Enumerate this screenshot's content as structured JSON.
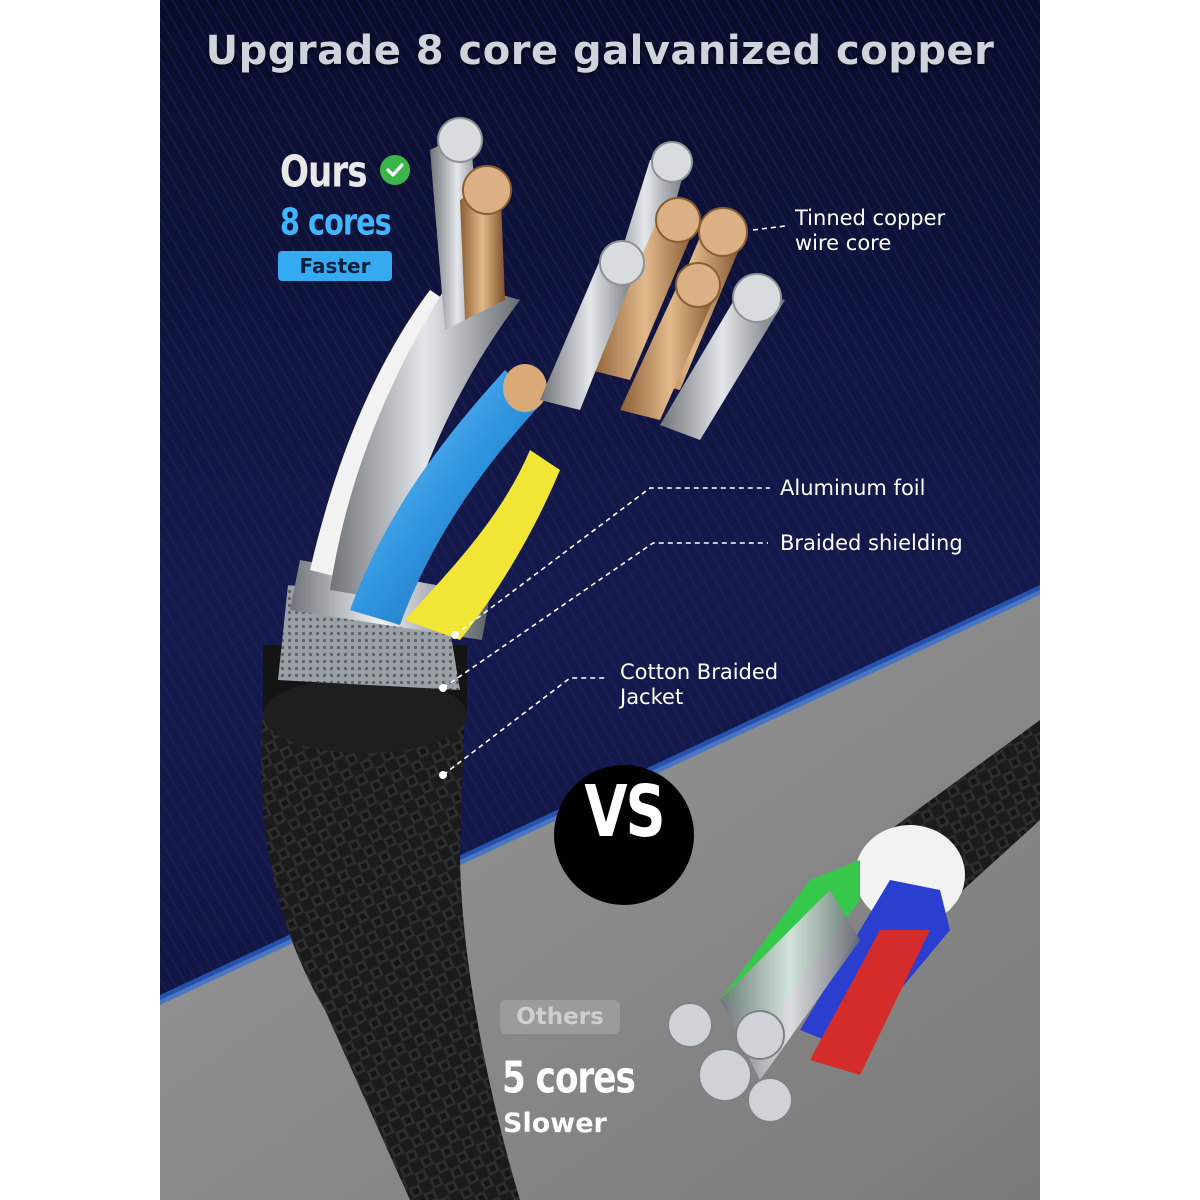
{
  "headline": "Upgrade 8 core galvanized copper",
  "ours": {
    "title": "Ours",
    "cores": "8 cores",
    "badge": "Faster"
  },
  "callouts": {
    "tinned_core": [
      "Tinned copper",
      "wire core"
    ],
    "aluminum_foil": "Aluminum foil",
    "braided_shielding": "Braided shielding",
    "jacket": [
      "Cotton Braided",
      "Jacket"
    ]
  },
  "vs": "VS",
  "others": {
    "badge": "Others",
    "cores": "5 cores",
    "speed": "Slower"
  },
  "colors": {
    "background_top": "#0e1236",
    "background_bottom": "#8e8e8e",
    "accent_blue": "#3fb7ff",
    "check_green": "#39b54a"
  },
  "icons": [
    "check-circle-icon"
  ]
}
